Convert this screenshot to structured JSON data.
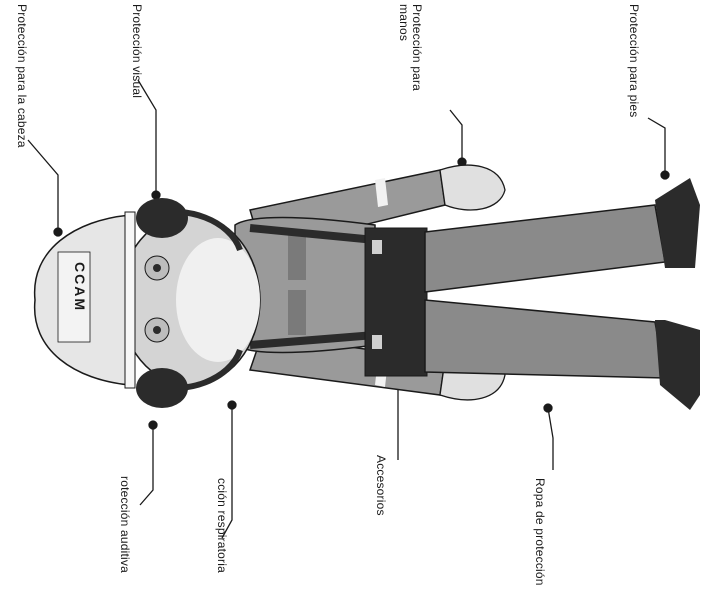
{
  "labels": {
    "head": "Protección para la cabeza",
    "visual": "Protección visual",
    "hands_line1": "Protección para",
    "hands_line2": "manos",
    "feet": "Protección para pies",
    "auditory": "rotección auditiva",
    "respiratory": "cción respiratoria",
    "accessories": "Accesorios",
    "clothing": "Ropa de protección"
  },
  "helmet_logo": "CCAM",
  "colors": {
    "outline": "#1a1a1a",
    "shirt": "#9a9a9a",
    "pants": "#8a8a8a",
    "helmet": "#e6e6e6",
    "skin": "#d4d4d4",
    "dark": "#2b2b2b",
    "stripe": "#f2f2f2"
  }
}
